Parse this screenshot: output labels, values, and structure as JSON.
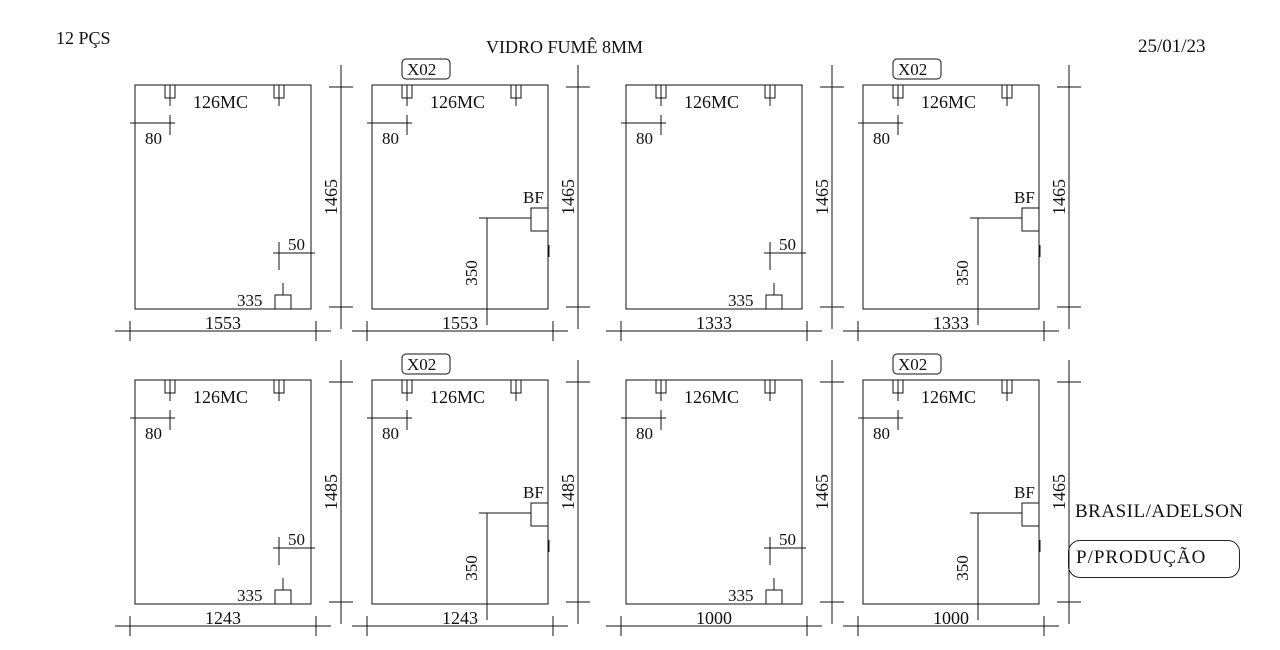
{
  "header": {
    "quantity": "12 PÇS",
    "title": "VIDRO FUMÊ 8MM",
    "date": "25/01/23"
  },
  "footer": {
    "client": "BRASIL/ADELSON",
    "status": "P/PRODUÇÃO"
  },
  "panels": [
    {
      "width": "1553",
      "height": "1465",
      "badge": "",
      "variant": "lower-hole",
      "notch_label": "126MC",
      "offset_top": "80",
      "hole_y": "50",
      "hole_x": "335"
    },
    {
      "width": "1553",
      "height": "1465",
      "badge": "X02",
      "variant": "bf",
      "notch_label": "126MC",
      "offset_top": "80",
      "bf_label": "BF",
      "bf_offset": "350"
    },
    {
      "width": "1333",
      "height": "1465",
      "badge": "",
      "variant": "lower-hole",
      "notch_label": "126MC",
      "offset_top": "80",
      "hole_y": "50",
      "hole_x": "335"
    },
    {
      "width": "1333",
      "height": "1465",
      "badge": "X02",
      "variant": "bf",
      "notch_label": "126MC",
      "offset_top": "80",
      "bf_label": "BF",
      "bf_offset": "350"
    },
    {
      "width": "1243",
      "height": "1485",
      "badge": "",
      "variant": "lower-hole",
      "notch_label": "126MC",
      "offset_top": "80",
      "hole_y": "50",
      "hole_x": "335"
    },
    {
      "width": "1243",
      "height": "1485",
      "badge": "X02",
      "variant": "bf",
      "notch_label": "126MC",
      "offset_top": "80",
      "bf_label": "BF",
      "bf_offset": "350"
    },
    {
      "width": "1000",
      "height": "1465",
      "badge": "",
      "variant": "lower-hole",
      "notch_label": "126MC",
      "offset_top": "80",
      "hole_y": "50",
      "hole_x": "335"
    },
    {
      "width": "1000",
      "height": "1465",
      "badge": "X02",
      "variant": "bf",
      "notch_label": "126MC",
      "offset_top": "80",
      "bf_label": "BF",
      "bf_offset": "350"
    }
  ]
}
